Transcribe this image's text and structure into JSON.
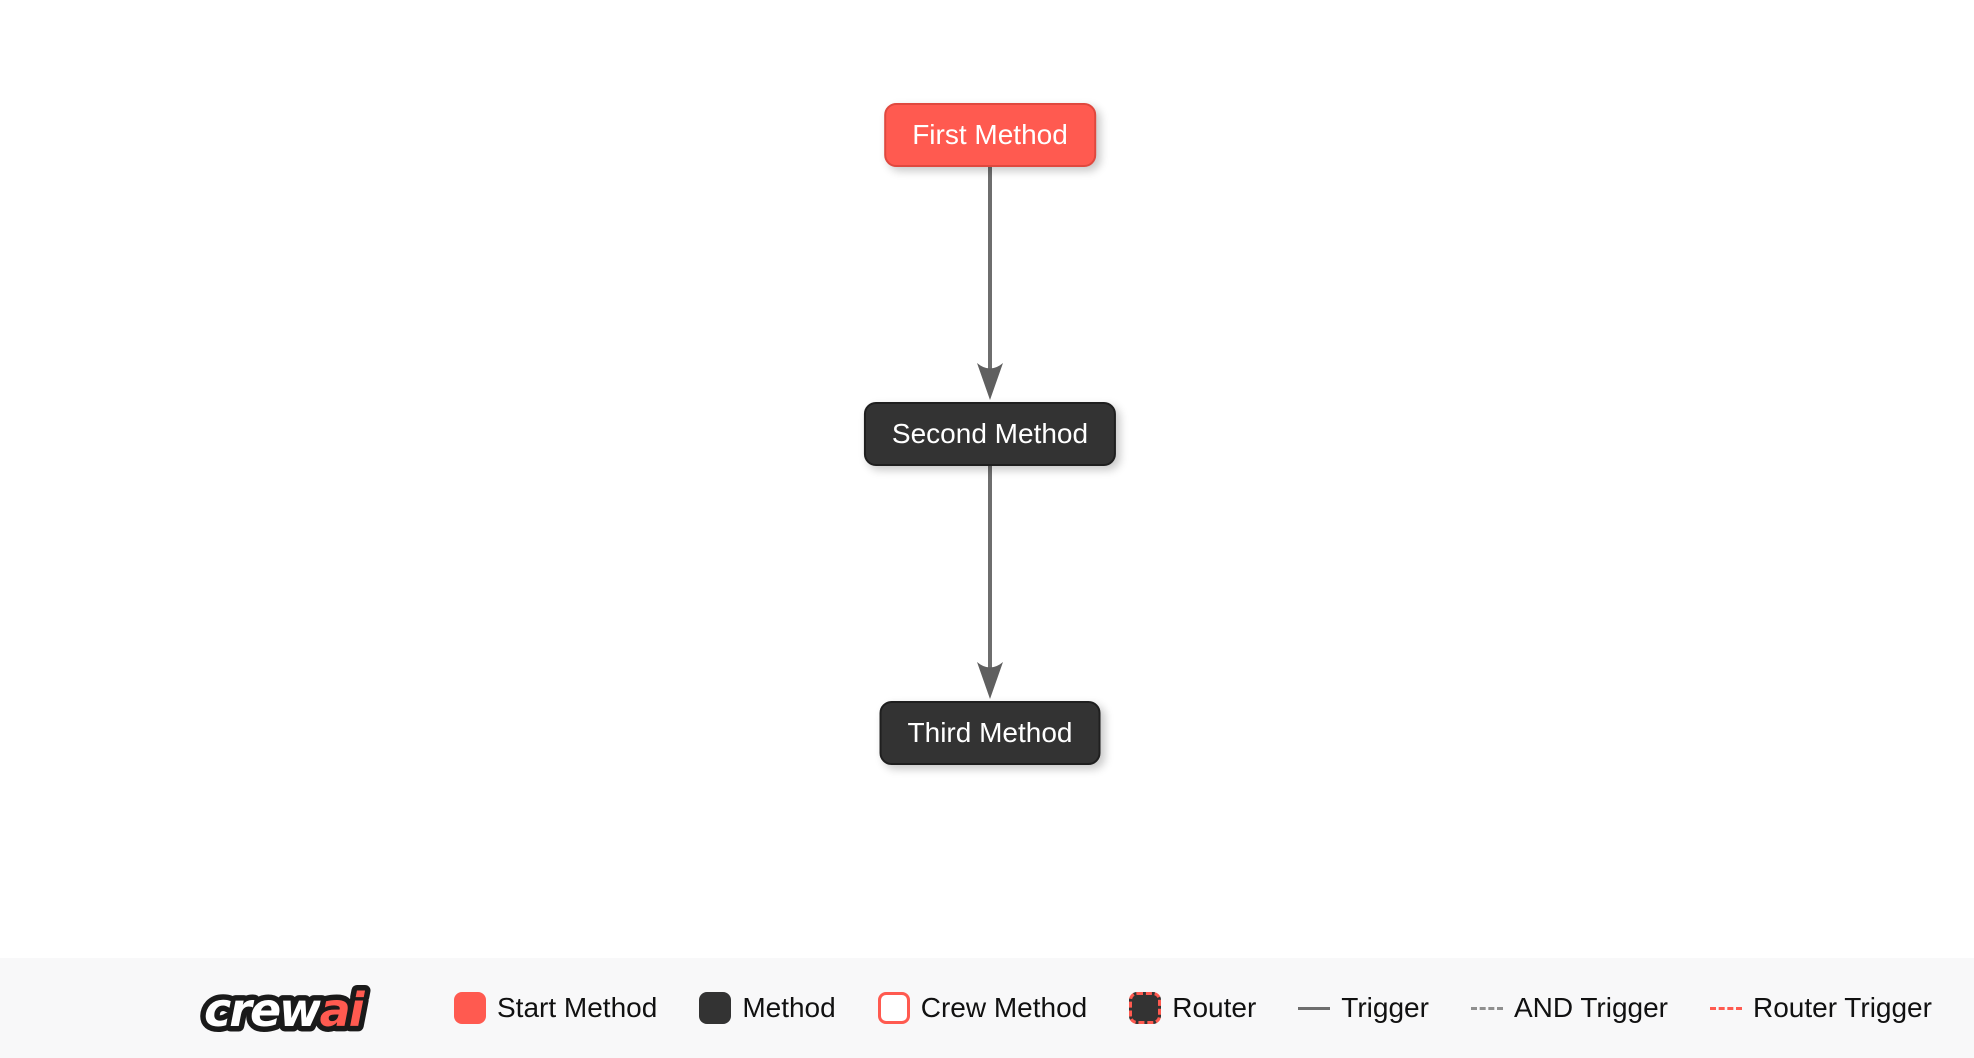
{
  "flow": {
    "nodes": [
      {
        "id": "first",
        "label": "First Method",
        "type": "start"
      },
      {
        "id": "second",
        "label": "Second Method",
        "type": "method"
      },
      {
        "id": "third",
        "label": "Third Method",
        "type": "method"
      }
    ],
    "edges": [
      {
        "from": "first",
        "to": "second",
        "type": "trigger"
      },
      {
        "from": "second",
        "to": "third",
        "type": "trigger"
      }
    ]
  },
  "legend": {
    "logo": {
      "part1": "crew",
      "part2": "ai"
    },
    "items": [
      {
        "label": "Start Method",
        "swatch": "start-method-swatch"
      },
      {
        "label": "Method",
        "swatch": "method-swatch"
      },
      {
        "label": "Crew Method",
        "swatch": "crew-method-swatch"
      },
      {
        "label": "Router",
        "swatch": "router-swatch"
      },
      {
        "label": "Trigger",
        "swatch": "trigger-line"
      },
      {
        "label": "AND Trigger",
        "swatch": "and-trigger-line"
      },
      {
        "label": "Router Trigger",
        "swatch": "router-trigger-line"
      }
    ]
  },
  "colors": {
    "start_fill": "#ff5a50",
    "start_border": "#e0483e",
    "method_fill": "#333333",
    "method_border": "#1f1f1f",
    "edge_color": "#6e6e6e",
    "arrow_color": "#5f5f5f",
    "legend_bg": "#f8f8f9"
  }
}
